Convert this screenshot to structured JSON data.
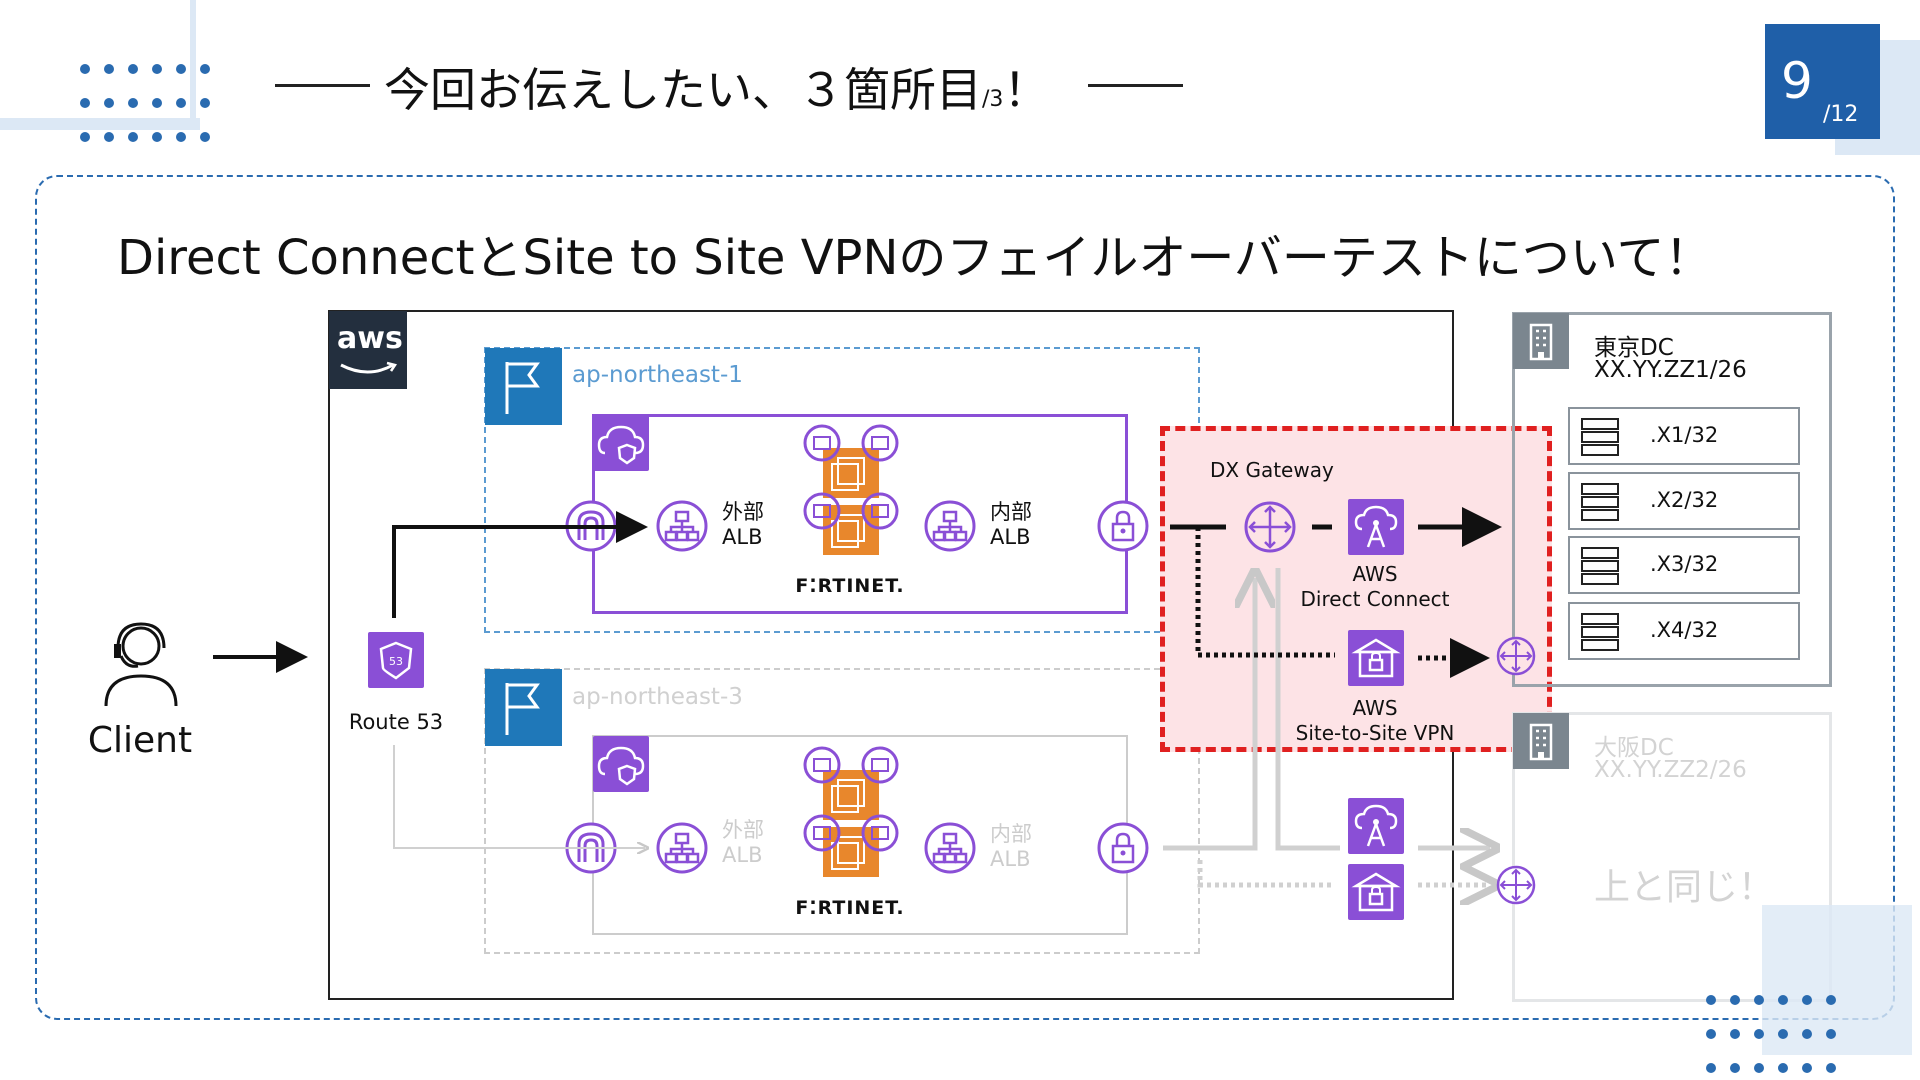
{
  "header": {
    "title": "今回お伝えしたい、３箇所目",
    "title_fraction": "/3",
    "title_mark": "！",
    "page_number": "9",
    "page_total": "/12"
  },
  "slide": {
    "heading": "Direct ConnectとSite to Site VPNのフェイルオーバーテストについて！"
  },
  "client": {
    "label": "Client"
  },
  "route53": {
    "label": "Route 53",
    "badge": "53"
  },
  "aws": {
    "logo": "aws"
  },
  "region1": {
    "name": "ap-northeast-1",
    "external_alb": [
      "外部",
      "ALB"
    ],
    "internal_alb": [
      "内部",
      "ALB"
    ],
    "fortinet": "F⁚RTINET."
  },
  "region3": {
    "name": "ap-northeast-3",
    "external_alb": [
      "外部",
      "ALB"
    ],
    "internal_alb": [
      "内部",
      "ALB"
    ],
    "fortinet": "F⁚RTINET."
  },
  "connectivity": {
    "dx_gateway": "DX Gateway",
    "direct_connect": [
      "AWS",
      "Direct Connect"
    ],
    "vpn": [
      "AWS",
      "Site-to-Site VPN"
    ]
  },
  "tokyo_dc": {
    "name": "東京DC",
    "cidr": "XX.YY.ZZ1/26",
    "servers": [
      ".X1/32",
      ".X2/32",
      ".X3/32",
      ".X4/32"
    ]
  },
  "osaka_dc": {
    "name": "大阪DC",
    "cidr": "XX.YY.ZZ2/26",
    "note": "上と同じ！"
  },
  "colors": {
    "accent_blue": "#1f5fa8",
    "purple": "#8a4fd6",
    "fortinet_orange": "#e8872c",
    "highlight_red": "#e02020",
    "highlight_fill": "#fde3e6",
    "faded": "#c8c8c8"
  }
}
